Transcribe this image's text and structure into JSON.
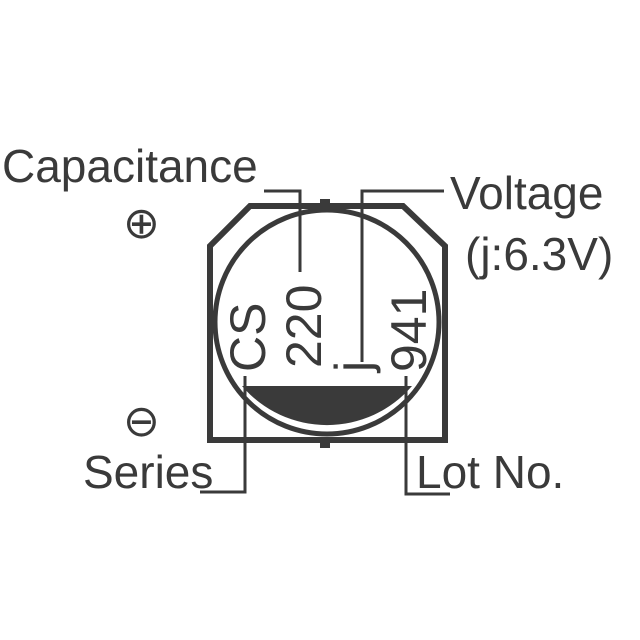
{
  "labels": {
    "capacitance": "Capacitance",
    "voltage": "Voltage",
    "voltage_note": "(j:6.3V)",
    "series": "Series",
    "lot": "Lot No."
  },
  "marking": {
    "series_code": "CS",
    "capacitance_code": "220",
    "voltage_code": "j",
    "lot_code": "941"
  },
  "symbols": {
    "positive": "⊕",
    "negative": "⊖"
  },
  "colors": {
    "ink": "#3a3a3a",
    "fill_dark": "#3a3a3a",
    "background": "#ffffff"
  }
}
